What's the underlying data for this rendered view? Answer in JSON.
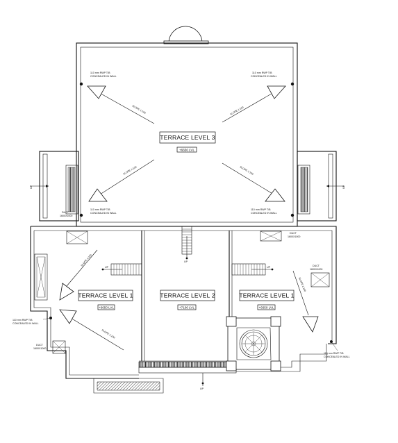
{
  "rooms": {
    "terrace3": {
      "label": "TERRACE LEVEL 3",
      "level": "+6650 LVL"
    },
    "terrace1_left": {
      "label": "TERRACE LEVEL 1",
      "level": "+6650 LVL"
    },
    "terrace2": {
      "label": "TERRACE LEVEL 2",
      "level": "+7100 LVL"
    },
    "terrace1_right": {
      "label": "TERRACE LEVEL 1",
      "level": "+6650 LVL"
    }
  },
  "rwp": {
    "line1": "110 mm RWP  T/B",
    "line2": "CONCEALED IN WALL"
  },
  "slope_label": "SLOPE 1:100",
  "duct": {
    "label": "DUCT",
    "size": "1600X1000"
  },
  "up_label": "UP"
}
